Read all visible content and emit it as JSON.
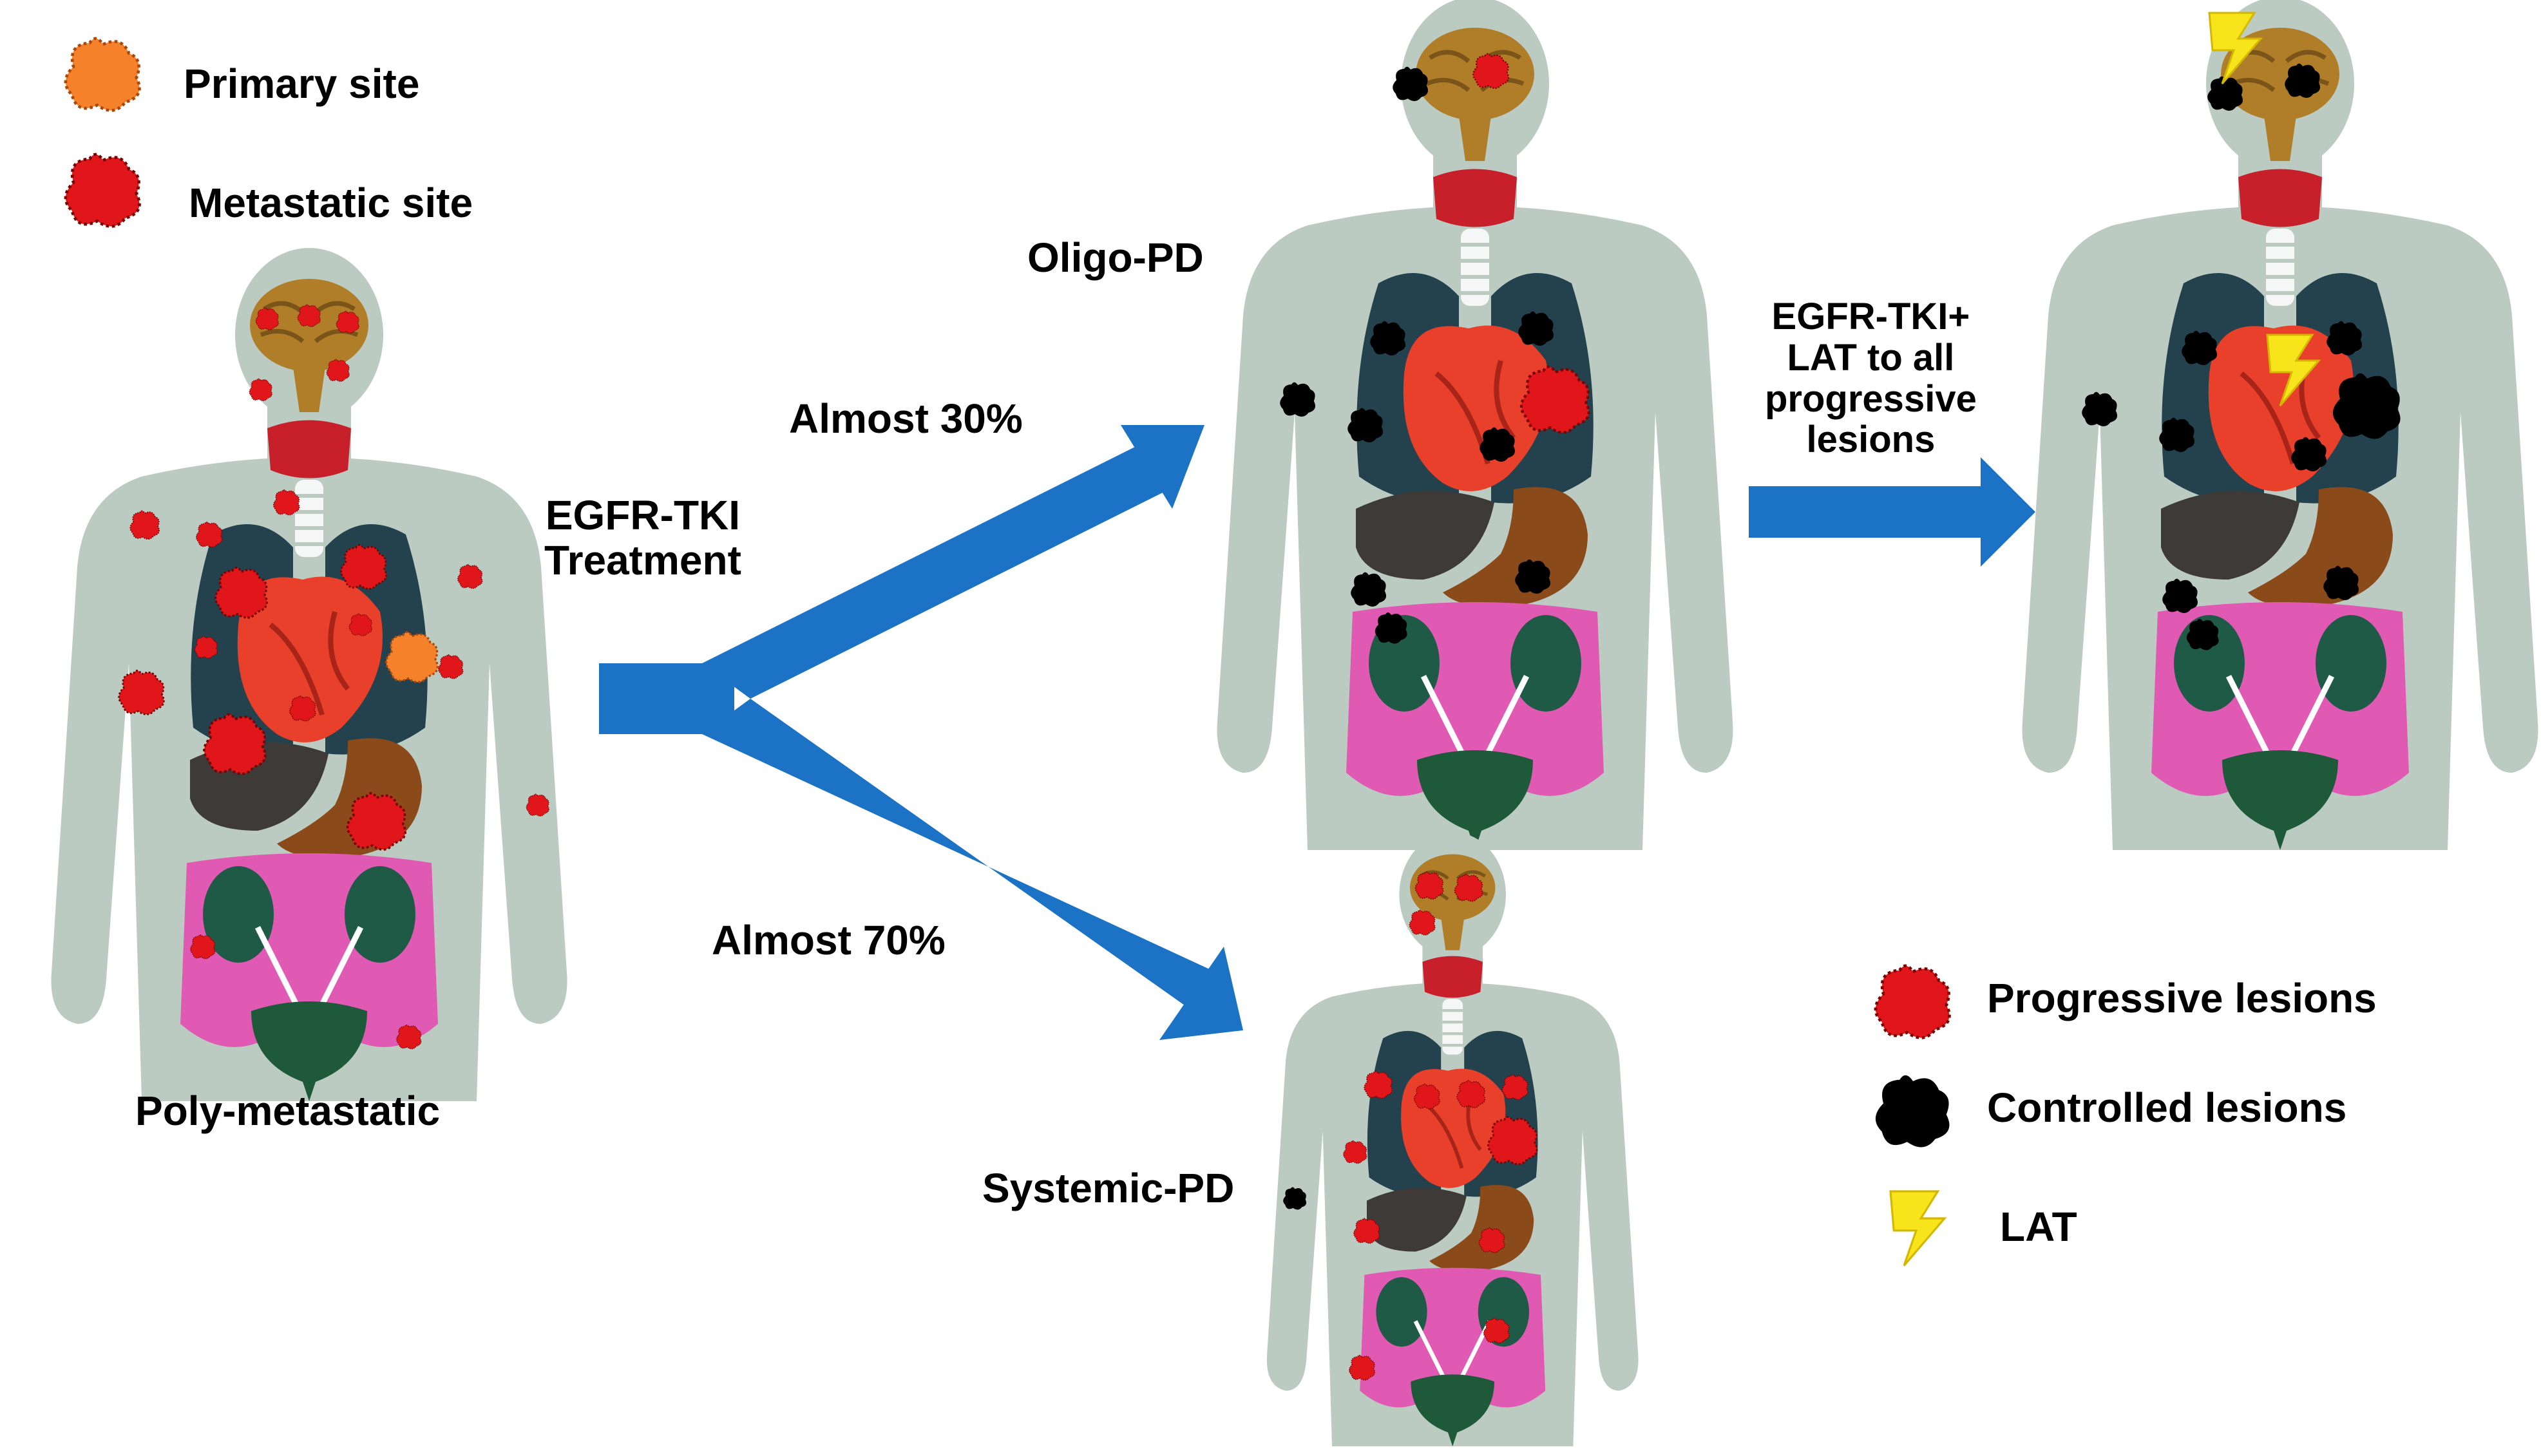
{
  "legend_top": {
    "primary_label": "Primary site",
    "metastatic_label": "Metastatic site"
  },
  "legend_bottom": {
    "progressive_label": "Progressive lesions",
    "controlled_label": "Controlled lesions",
    "lat_label": "LAT"
  },
  "figures": {
    "poly_label": "Poly-metastatic",
    "oligo_label": "Oligo-PD",
    "systemic_label": "Systemic-PD"
  },
  "arrows": {
    "treatment_line1": "EGFR-TKI",
    "treatment_line2": "Treatment",
    "oligo_pct": "Almost 30%",
    "systemic_pct": "Almost 70%",
    "lat_line1": "EGFR-TKI+",
    "lat_line2": "LAT to all",
    "lat_line3": "progressive",
    "lat_line4": "lesions"
  },
  "colors": {
    "body": "#bccbc2",
    "brain": "#b07e28",
    "thyroid": "#c8202a",
    "lungs": "#23424e",
    "heart": "#e8402a",
    "liver": "#3e3a38",
    "stomach": "#8a4a1a",
    "intestine": "#e05ab4",
    "kidney": "#1f5a46",
    "bladder": "#1e5a3a",
    "arrow": "#1c72c4",
    "primary": "#f5822a",
    "metastatic": "#e0161a",
    "controlled": "#000000",
    "lightning": "#f7e41a"
  }
}
